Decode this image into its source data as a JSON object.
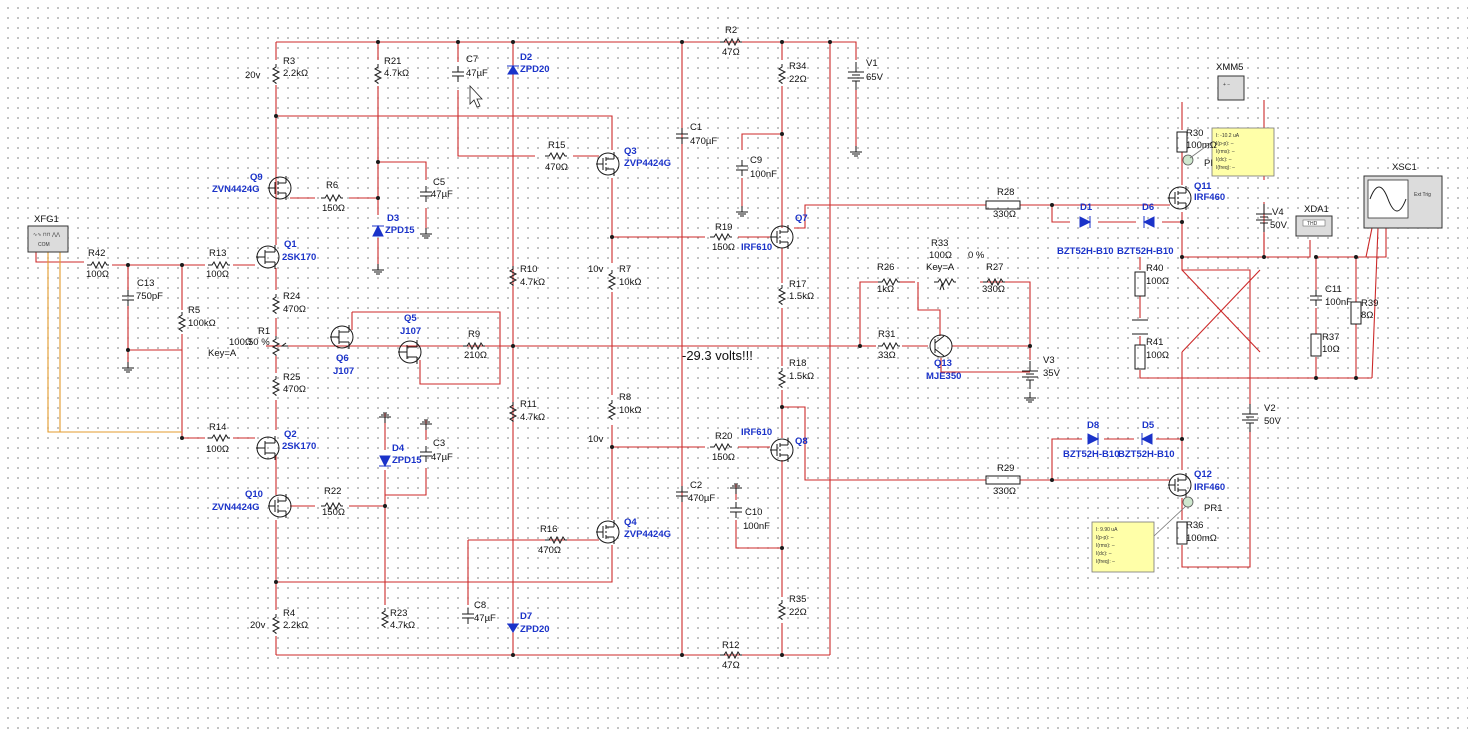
{
  "annotation": "-29.3 volts!!!",
  "rail_notes": {
    "r3": "20v",
    "r4": "20v",
    "r7": "10v",
    "r8": "10v"
  },
  "components": {
    "R2": {
      "ref": "R2",
      "value": "47Ω"
    },
    "R3": {
      "ref": "R3",
      "value": "2.2kΩ"
    },
    "R4": {
      "ref": "R4",
      "value": "2.2kΩ"
    },
    "R5": {
      "ref": "R5",
      "value": "100kΩ"
    },
    "R6": {
      "ref": "R6",
      "value": "150Ω"
    },
    "R7": {
      "ref": "R7",
      "value": "10kΩ"
    },
    "R8": {
      "ref": "R8",
      "value": "10kΩ"
    },
    "R9": {
      "ref": "R9",
      "value": "210Ω"
    },
    "R10": {
      "ref": "R10",
      "value": "4.7kΩ"
    },
    "R11": {
      "ref": "R11",
      "value": "4.7kΩ"
    },
    "R12": {
      "ref": "R12",
      "value": "47Ω"
    },
    "R13": {
      "ref": "R13",
      "value": "100Ω"
    },
    "R14": {
      "ref": "R14",
      "value": "100Ω"
    },
    "R15": {
      "ref": "R15",
      "value": "470Ω"
    },
    "R16": {
      "ref": "R16",
      "value": "470Ω"
    },
    "R17": {
      "ref": "R17",
      "value": "1.5kΩ"
    },
    "R18": {
      "ref": "R18",
      "value": "1.5kΩ"
    },
    "R19": {
      "ref": "R19",
      "value": "150Ω"
    },
    "R20": {
      "ref": "R20",
      "value": "150Ω"
    },
    "R21": {
      "ref": "R21",
      "value": "4.7kΩ"
    },
    "R22": {
      "ref": "R22",
      "value": "150Ω"
    },
    "R23": {
      "ref": "R23",
      "value": "4.7kΩ"
    },
    "R24": {
      "ref": "R24",
      "value": "470Ω"
    },
    "R25": {
      "ref": "R25",
      "value": "470Ω"
    },
    "R26": {
      "ref": "R26",
      "value": "1kΩ"
    },
    "R27": {
      "ref": "R27",
      "value": "330Ω"
    },
    "R28": {
      "ref": "R28",
      "value": "330Ω"
    },
    "R29": {
      "ref": "R29",
      "value": "330Ω"
    },
    "R30": {
      "ref": "R30",
      "value": "100mΩ"
    },
    "R31": {
      "ref": "R31",
      "value": "33Ω"
    },
    "R34": {
      "ref": "R34",
      "value": "22Ω"
    },
    "R35": {
      "ref": "R35",
      "value": "22Ω"
    },
    "R36": {
      "ref": "R36",
      "value": "100mΩ"
    },
    "R37": {
      "ref": "R37",
      "value": "10Ω"
    },
    "R39": {
      "ref": "R39",
      "value": "8Ω"
    },
    "R40": {
      "ref": "R40",
      "value": "100Ω"
    },
    "R41": {
      "ref": "R41",
      "value": "100Ω"
    },
    "R42": {
      "ref": "R42",
      "value": "100Ω"
    },
    "R1": {
      "ref": "R1",
      "value": "100Ω",
      "extra1": "50 %",
      "extra2": "Key=A"
    },
    "R33": {
      "ref": "R33",
      "value": "100Ω",
      "extra1": "0 %",
      "extra2": "Key=A"
    },
    "C1": {
      "ref": "C1",
      "value": "470µF"
    },
    "C2": {
      "ref": "C2",
      "value": "470µF"
    },
    "C3": {
      "ref": "C3",
      "value": "47µF"
    },
    "C5": {
      "ref": "C5",
      "value": "47µF"
    },
    "C7": {
      "ref": "C7",
      "value": "47µF"
    },
    "C8": {
      "ref": "C8",
      "value": "47µF"
    },
    "C9": {
      "ref": "C9",
      "value": "100nF"
    },
    "C10": {
      "ref": "C10",
      "value": "100nF"
    },
    "C11": {
      "ref": "C11",
      "value": "100nF"
    },
    "C13": {
      "ref": "C13",
      "value": "750pF"
    },
    "D1": {
      "ref": "D1",
      "value": "BZT52H-B10"
    },
    "D2": {
      "ref": "D2",
      "value": "ZPD20"
    },
    "D3": {
      "ref": "D3",
      "value": "ZPD15"
    },
    "D4": {
      "ref": "D4",
      "value": "ZPD15"
    },
    "D5": {
      "ref": "D5",
      "value": "BZT52H-B10"
    },
    "D6": {
      "ref": "D6",
      "value": "BZT52H-B10"
    },
    "D7": {
      "ref": "D7",
      "value": "ZPD20"
    },
    "D8": {
      "ref": "D8",
      "value": "BZT52H-B10"
    },
    "Q1": {
      "ref": "Q1",
      "value": "2SK170"
    },
    "Q2": {
      "ref": "Q2",
      "value": "2SK170"
    },
    "Q3": {
      "ref": "Q3",
      "value": "ZVP4424G"
    },
    "Q4": {
      "ref": "Q4",
      "value": "ZVP4424G"
    },
    "Q5": {
      "ref": "Q5",
      "value": "J107"
    },
    "Q6": {
      "ref": "Q6",
      "value": "J107"
    },
    "Q7": {
      "ref": "Q7",
      "value": "IRF610"
    },
    "Q8": {
      "ref": "Q8",
      "value": "IRF610"
    },
    "Q9": {
      "ref": "Q9",
      "value": "ZVN4424G"
    },
    "Q10": {
      "ref": "Q10",
      "value": "ZVN4424G"
    },
    "Q11": {
      "ref": "Q11",
      "value": "IRF460"
    },
    "Q12": {
      "ref": "Q12",
      "value": "IRF460"
    },
    "Q13": {
      "ref": "Q13",
      "value": "MJE350"
    },
    "V1": {
      "ref": "V1",
      "value": "65V"
    },
    "V2": {
      "ref": "V2",
      "value": "50V"
    },
    "V3": {
      "ref": "V3",
      "value": "35V"
    },
    "V4": {
      "ref": "V4",
      "value": "50V"
    }
  },
  "instruments": {
    "xfg1": {
      "ref": "XFG1",
      "terminal": "COM"
    },
    "xmm5": {
      "ref": "XMM5"
    },
    "xda1": {
      "ref": "XDA1",
      "face": "THD"
    },
    "xsc1": {
      "ref": "XSC1",
      "face": "Ext Trig"
    },
    "pr1": {
      "ref": "PR1"
    },
    "pr_upper": {
      "ref": "PI"
    }
  },
  "probes": {
    "upper": [
      "I: -10.2 uA",
      "I(p-p): –",
      "I(rms): –",
      "I(dc): –",
      "I(freq): –"
    ],
    "lower": [
      "I: 9.90 uA",
      "I(p-p): –",
      "I(rms): –",
      "I(dc): –",
      "I(freq): –"
    ]
  },
  "colors": {
    "wire": "#cc2a2a",
    "generator_wire": "#e39b2c",
    "part_label": "#1b33c9",
    "probe_box": "#ffffa8"
  }
}
